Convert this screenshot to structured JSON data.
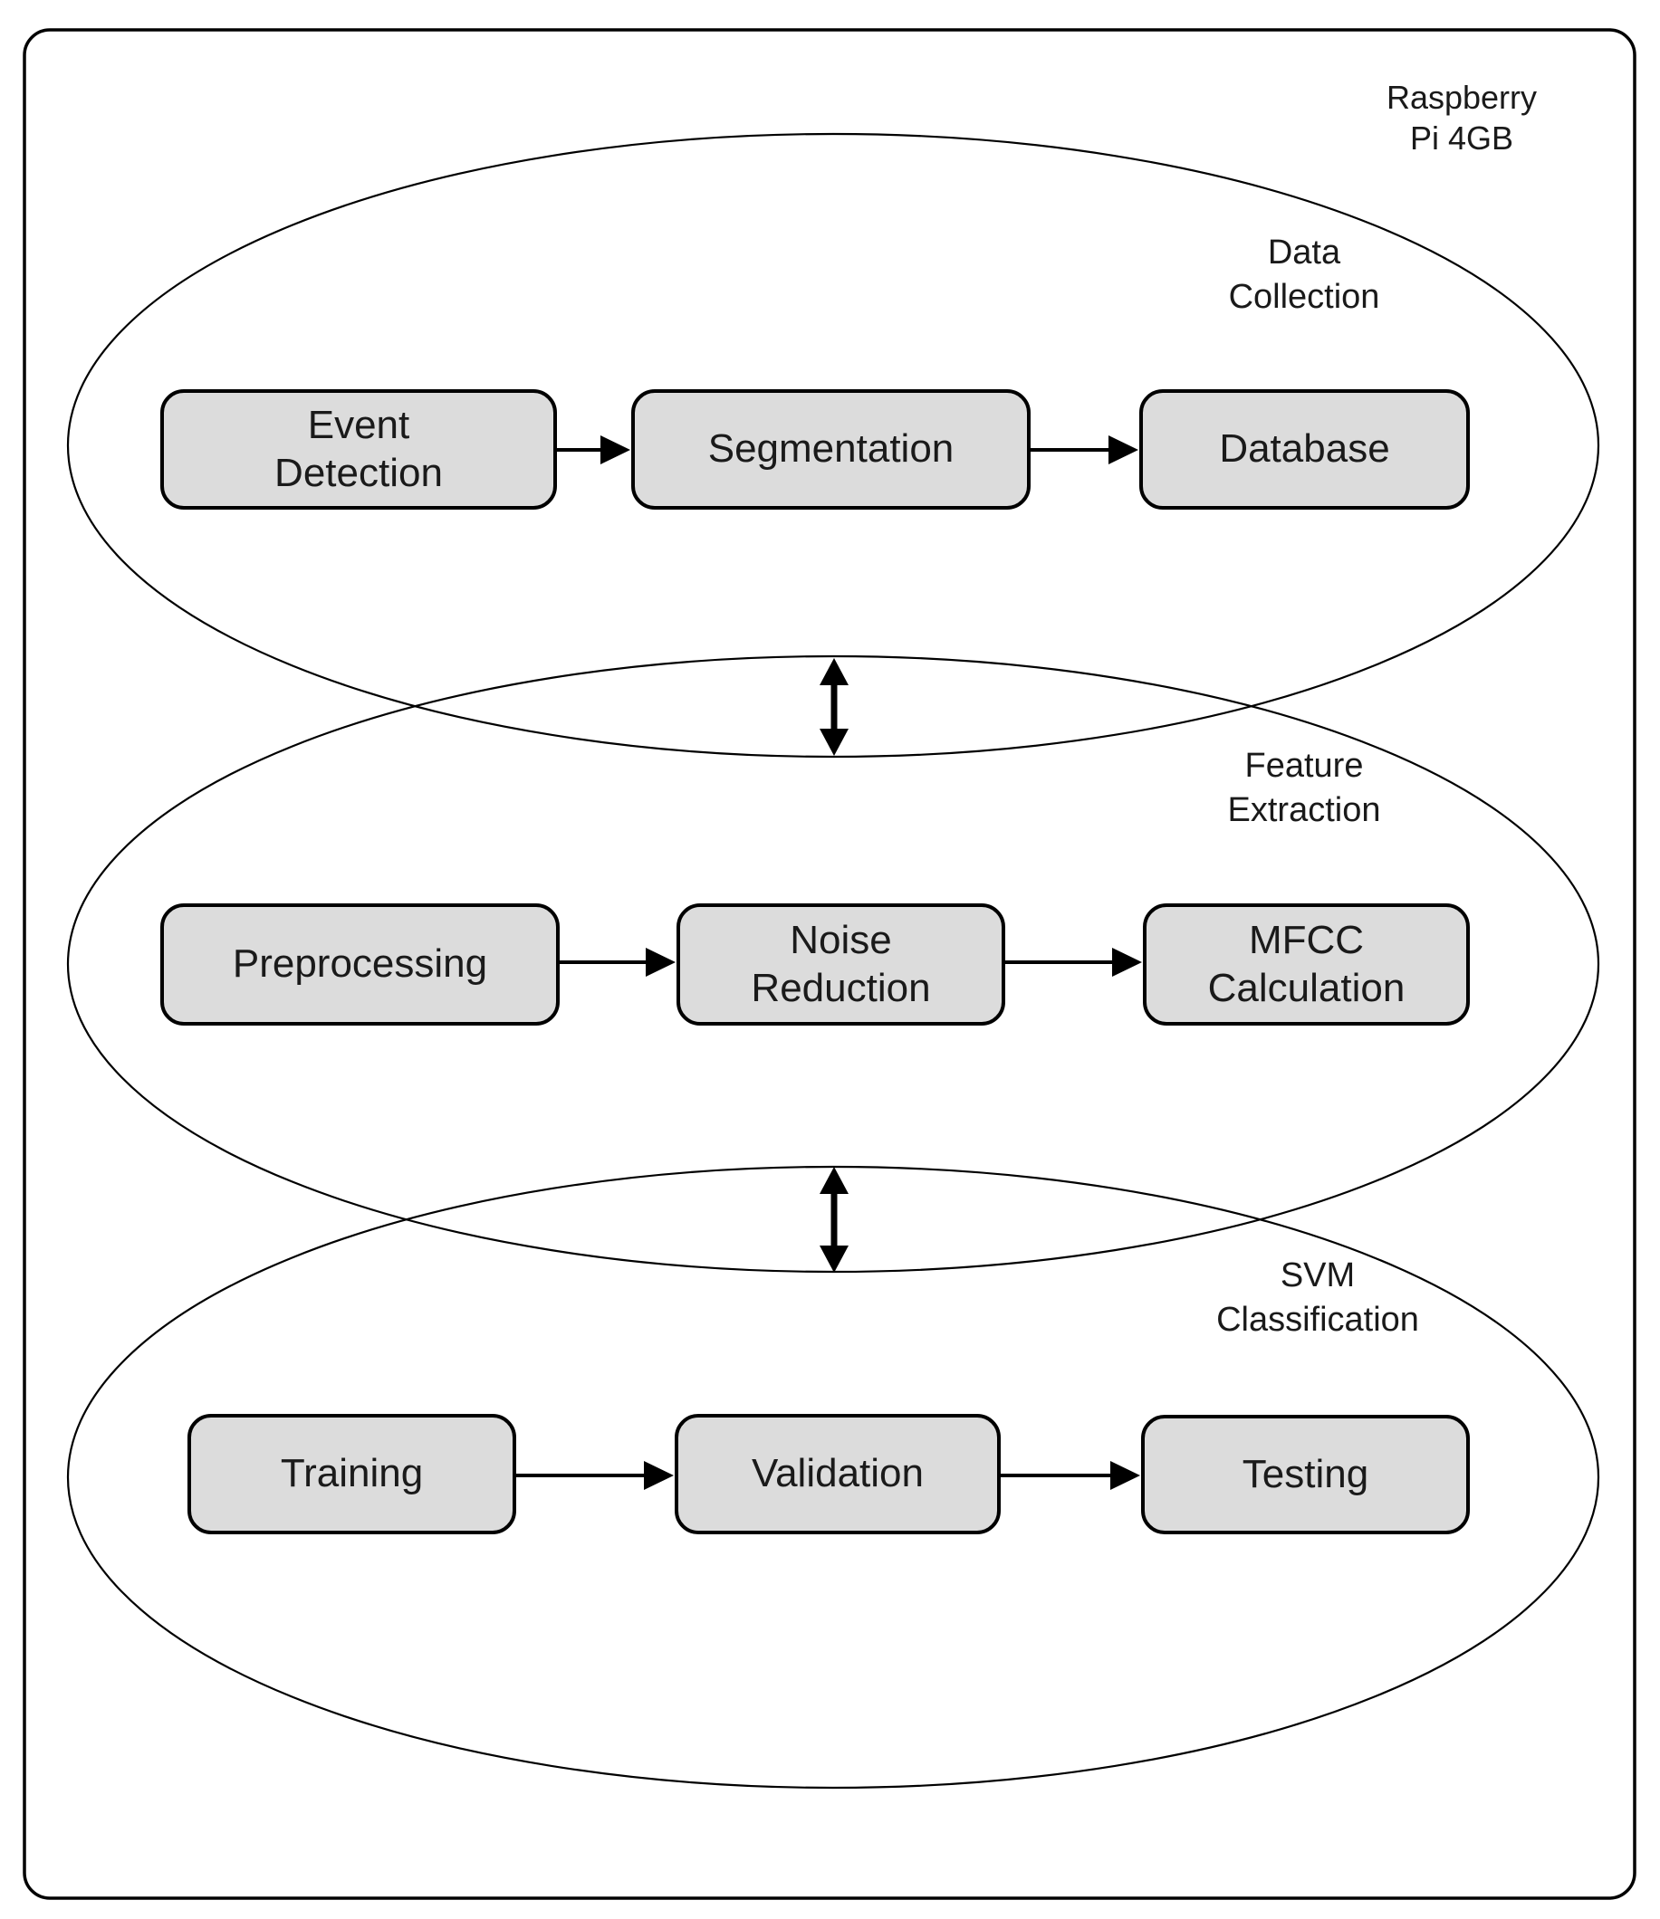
{
  "device_label": "Raspberry\nPi 4GB",
  "groups": [
    {
      "label": "Data\nCollection",
      "nodes": [
        {
          "label": "Event\nDetection"
        },
        {
          "label": "Segmentation"
        },
        {
          "label": "Database"
        }
      ]
    },
    {
      "label": "Feature\nExtraction",
      "nodes": [
        {
          "label": "Preprocessing"
        },
        {
          "label": "Noise\nReduction"
        },
        {
          "label": "MFCC\nCalculation"
        }
      ]
    },
    {
      "label": "SVM\nClassification",
      "nodes": [
        {
          "label": "Training"
        },
        {
          "label": "Validation"
        },
        {
          "label": "Testing"
        }
      ]
    }
  ],
  "connections": [
    {
      "from": "Event Detection",
      "to": "Segmentation",
      "type": "arrow"
    },
    {
      "from": "Segmentation",
      "to": "Database",
      "type": "arrow"
    },
    {
      "from": "Preprocessing",
      "to": "Noise Reduction",
      "type": "arrow"
    },
    {
      "from": "Noise Reduction",
      "to": "MFCC Calculation",
      "type": "arrow"
    },
    {
      "from": "Training",
      "to": "Validation",
      "type": "arrow"
    },
    {
      "from": "Validation",
      "to": "Testing",
      "type": "arrow"
    },
    {
      "from": "Data Collection",
      "to": "Feature Extraction",
      "type": "double-arrow"
    },
    {
      "from": "Feature Extraction",
      "to": "SVM Classification",
      "type": "double-arrow"
    }
  ],
  "colors": {
    "background": "#ffffff",
    "node_fill": "#dcdcdc",
    "stroke": "#000000",
    "text": "#1a1a1a"
  }
}
